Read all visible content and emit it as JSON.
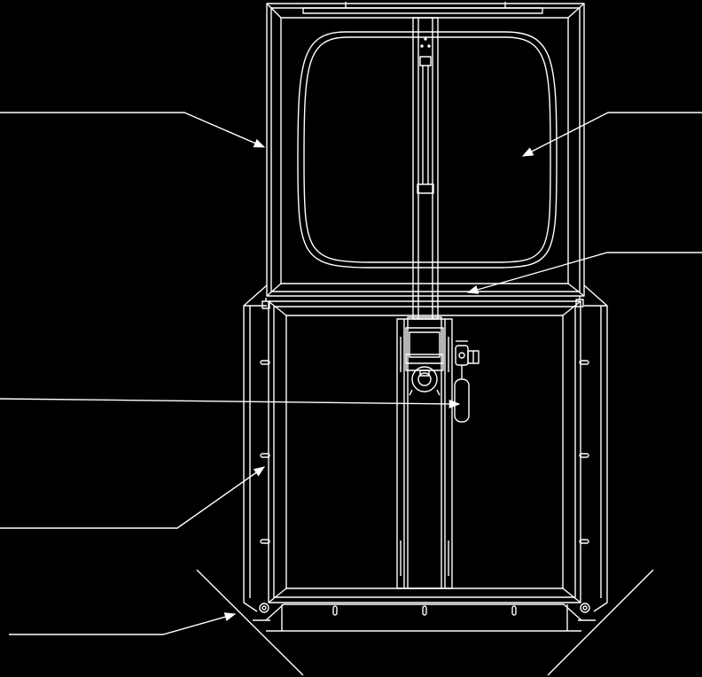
{
  "drawing": {
    "background": "#000000",
    "line_color": "#ffffff",
    "callout_count": 6,
    "callouts": [
      {
        "id": "upper-frame-leader",
        "label": ""
      },
      {
        "id": "glass-panel-leader",
        "label": ""
      },
      {
        "id": "upper-bottom-rail-leader",
        "label": ""
      },
      {
        "id": "handle-leader",
        "label": ""
      },
      {
        "id": "lower-frame-leader",
        "label": ""
      },
      {
        "id": "corner-bracket-leader",
        "label": ""
      }
    ]
  }
}
